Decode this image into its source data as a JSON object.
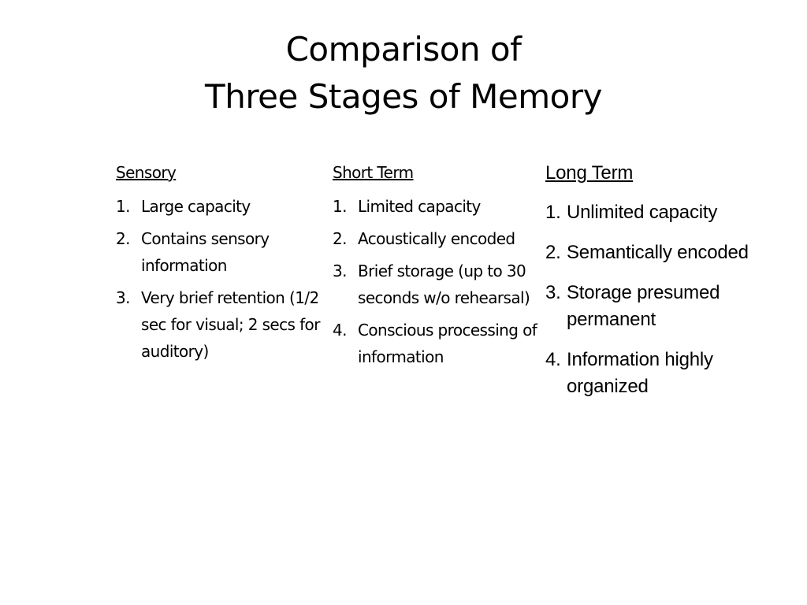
{
  "slide": {
    "title_line1": "Comparison of",
    "title_line2": "Three Stages of Memory",
    "columns": [
      {
        "heading": "Sensory",
        "items": [
          {
            "num": "1.",
            "text": "Large capacity"
          },
          {
            "num": "2.",
            "text": "Contains sensory information"
          },
          {
            "num": "3.",
            "text": "Very brief retention (1/2 sec for visual; 2 secs for auditory)"
          }
        ]
      },
      {
        "heading": "Short Term",
        "items": [
          {
            "num": "1.",
            "text": "Limited capacity"
          },
          {
            "num": "2.",
            "text": "Acoustically encoded"
          },
          {
            "num": "3.",
            "text": "Brief storage (up to 30 seconds w/o rehearsal)"
          },
          {
            "num": "4.",
            "text": "Conscious processing of information"
          }
        ]
      },
      {
        "heading": "Long Term",
        "items": [
          {
            "num": "1.",
            "text": "Unlimited capacity"
          },
          {
            "num": "2.",
            "text": "Semantically encoded"
          },
          {
            "num": "3.",
            "text": "Storage presumed permanent"
          },
          {
            "num": "4.",
            "text": "Information highly organized"
          }
        ]
      }
    ]
  }
}
